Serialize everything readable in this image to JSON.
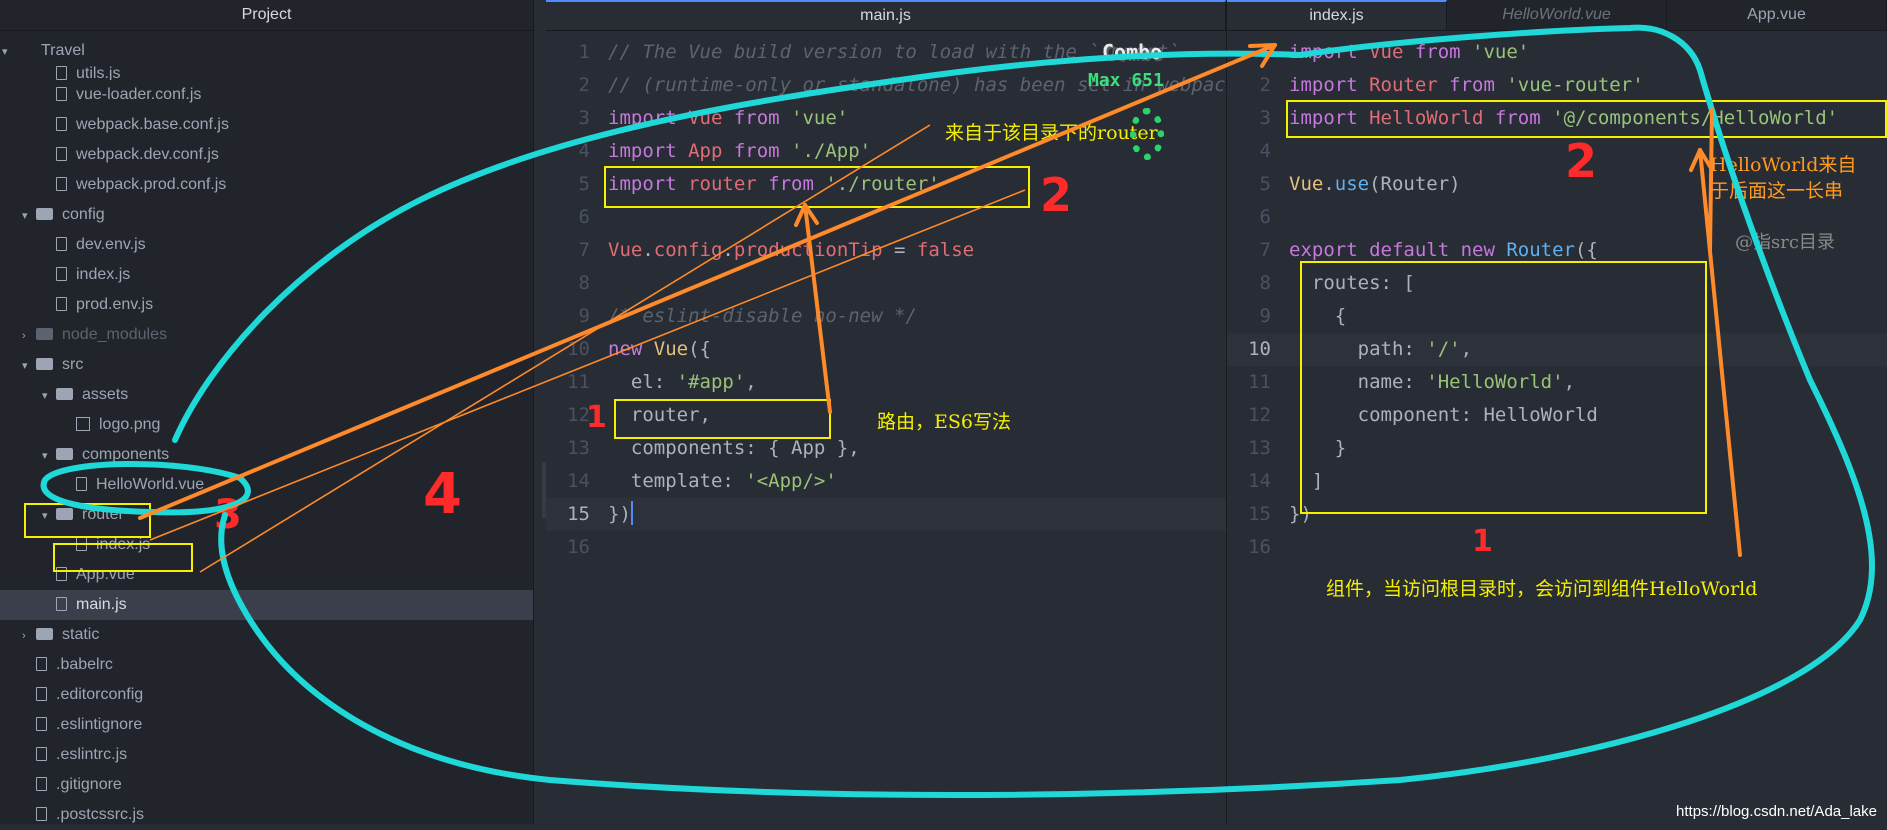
{
  "sidebar": {
    "header": "Project",
    "items": [
      {
        "label": "Travel",
        "type": "project",
        "indent": 0,
        "chevron": "▾"
      },
      {
        "label": "utils.js",
        "type": "file",
        "indent": 2
      },
      {
        "label": "vue-loader.conf.js",
        "type": "file",
        "indent": 2
      },
      {
        "label": "webpack.base.conf.js",
        "type": "file",
        "indent": 2
      },
      {
        "label": "webpack.dev.conf.js",
        "type": "file",
        "indent": 2
      },
      {
        "label": "webpack.prod.conf.js",
        "type": "file",
        "indent": 2
      },
      {
        "label": "config",
        "type": "folder",
        "indent": 1,
        "chevron": "▾"
      },
      {
        "label": "dev.env.js",
        "type": "file",
        "indent": 2
      },
      {
        "label": "index.js",
        "type": "file",
        "indent": 2
      },
      {
        "label": "prod.env.js",
        "type": "file",
        "indent": 2
      },
      {
        "label": "node_modules",
        "type": "folder",
        "indent": 1,
        "chevron": "›",
        "dim": true
      },
      {
        "label": "src",
        "type": "folder",
        "indent": 1,
        "chevron": "▾"
      },
      {
        "label": "assets",
        "type": "folder",
        "indent": 2,
        "chevron": "▾"
      },
      {
        "label": "logo.png",
        "type": "img",
        "indent": 3
      },
      {
        "label": "components",
        "type": "folder",
        "indent": 2,
        "chevron": "▾"
      },
      {
        "label": "HelloWorld.vue",
        "type": "file",
        "indent": 3
      },
      {
        "label": "router",
        "type": "folder",
        "indent": 2,
        "chevron": "▾"
      },
      {
        "label": "index.js",
        "type": "file",
        "indent": 3
      },
      {
        "label": "App.vue",
        "type": "file",
        "indent": 2
      },
      {
        "label": "main.js",
        "type": "file",
        "indent": 2,
        "selected": true
      },
      {
        "label": "static",
        "type": "folder",
        "indent": 1,
        "chevron": "›"
      },
      {
        "label": ".babelrc",
        "type": "file",
        "indent": 1
      },
      {
        "label": ".editorconfig",
        "type": "file",
        "indent": 1
      },
      {
        "label": ".eslintignore",
        "type": "file",
        "indent": 1
      },
      {
        "label": ".eslintrc.js",
        "type": "file",
        "indent": 1
      },
      {
        "label": ".gitignore",
        "type": "file",
        "indent": 1
      },
      {
        "label": ".postcssrc.js",
        "type": "file",
        "indent": 1
      }
    ]
  },
  "editor1": {
    "tab": "main.js",
    "lines": [
      [
        [
          "cm",
          "// The Vue build version to load with the `import`"
        ]
      ],
      [
        [
          "cm",
          "// (runtime-only or standalone) has been set in webpack"
        ]
      ],
      [
        [
          "kw",
          "import "
        ],
        [
          "var",
          "Vue "
        ],
        [
          "kw",
          "from "
        ],
        [
          "str",
          "'vue'"
        ]
      ],
      [
        [
          "kw",
          "import "
        ],
        [
          "var",
          "App "
        ],
        [
          "kw",
          "from "
        ],
        [
          "str",
          "'./App'"
        ]
      ],
      [
        [
          "kw",
          "import "
        ],
        [
          "var",
          "router "
        ],
        [
          "kw",
          "from "
        ],
        [
          "str",
          "'./router'"
        ]
      ],
      [],
      [
        [
          "var",
          "Vue"
        ],
        [
          "pl",
          "."
        ],
        [
          "var",
          "config"
        ],
        [
          "pl",
          "."
        ],
        [
          "var",
          "productionTip "
        ],
        [
          "pl",
          "= "
        ],
        [
          "var",
          "false"
        ]
      ],
      [],
      [
        [
          "cm",
          "/* eslint-disable no-new */"
        ]
      ],
      [
        [
          "kw",
          "new "
        ],
        [
          "cls",
          "Vue"
        ],
        [
          "pl",
          "({"
        ]
      ],
      [
        [
          "pl",
          "  el: "
        ],
        [
          "str",
          "'#app'"
        ],
        [
          "pl",
          ","
        ]
      ],
      [
        [
          "pl",
          "  router,"
        ]
      ],
      [
        [
          "pl",
          "  components: { App },"
        ]
      ],
      [
        [
          "pl",
          "  template: "
        ],
        [
          "str",
          "'<App/>'"
        ]
      ],
      [
        [
          "pl",
          "})"
        ]
      ],
      []
    ],
    "current_line": 15
  },
  "editor2": {
    "tabs": [
      "index.js",
      "HelloWorld.vue",
      "App.vue"
    ],
    "lines": [
      [
        [
          "kw",
          "import "
        ],
        [
          "var",
          "Vue "
        ],
        [
          "kw",
          "from "
        ],
        [
          "str",
          "'vue'"
        ]
      ],
      [
        [
          "kw",
          "import "
        ],
        [
          "var",
          "Router "
        ],
        [
          "kw",
          "from "
        ],
        [
          "str",
          "'vue-router'"
        ]
      ],
      [
        [
          "kw",
          "import "
        ],
        [
          "var",
          "HelloWorld "
        ],
        [
          "kw",
          "from "
        ],
        [
          "str",
          "'@/components/HelloWorld'"
        ]
      ],
      [],
      [
        [
          "cls",
          "Vue"
        ],
        [
          "pl",
          "."
        ],
        [
          "fn",
          "use"
        ],
        [
          "pl",
          "(Router)"
        ]
      ],
      [],
      [
        [
          "kw",
          "export default new "
        ],
        [
          "fn",
          "Router"
        ],
        [
          "pl",
          "({"
        ]
      ],
      [
        [
          "pl",
          "  routes: ["
        ]
      ],
      [
        [
          "pl",
          "    {"
        ]
      ],
      [
        [
          "pl",
          "      path: "
        ],
        [
          "str",
          "'/'"
        ],
        [
          "pl",
          ","
        ]
      ],
      [
        [
          "pl",
          "      name: "
        ],
        [
          "str",
          "'HelloWorld'"
        ],
        [
          "pl",
          ","
        ]
      ],
      [
        [
          "pl",
          "      component: HelloWorld"
        ]
      ],
      [
        [
          "pl",
          "    }"
        ]
      ],
      [
        [
          "pl",
          "  ]"
        ]
      ],
      [
        [
          "pl",
          "})"
        ]
      ],
      []
    ],
    "current_line": 10
  },
  "annotations": {
    "router_dir_note": "来自于该目录下的router",
    "route_note": "路由，ES6写法",
    "helloworld_note_1": "HelloWorld来自",
    "helloworld_note_2": "于后面这一长串",
    "src_note": "@指src目录",
    "component_note": "组件，当访问根目录时，会访问到组件HelloWorld",
    "num_2_left": "2",
    "num_2_right": "2",
    "num_1_left": "1",
    "num_1_right": "1",
    "num_3": "3",
    "num_4": "4",
    "combo": "Combo",
    "combo_max": "Max 651"
  },
  "watermark": "https://blog.csdn.net/Ada_lake"
}
